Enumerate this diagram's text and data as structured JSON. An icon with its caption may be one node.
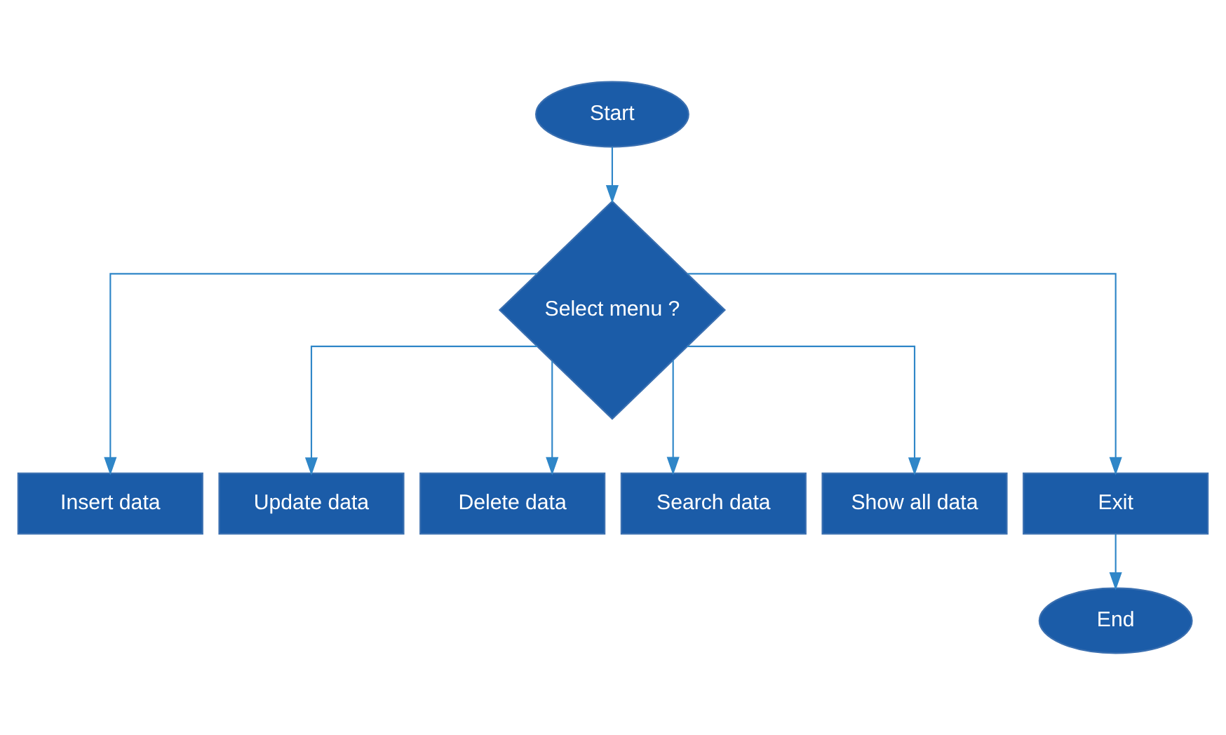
{
  "diagram": {
    "nodes": [
      {
        "text": [
          "Start"
        ]
      },
      {
        "text": [
          "Select menu ?"
        ]
      },
      {
        "text": [
          "Insert data"
        ]
      },
      {
        "text": [
          "Update data"
        ]
      },
      {
        "text": [
          "Delete data"
        ]
      },
      {
        "text": [
          "Search data"
        ]
      },
      {
        "text": [
          "Show all data"
        ]
      },
      {
        "text": [
          "Exit"
        ]
      },
      {
        "text": [
          "End"
        ]
      }
    ],
    "edges": [
      {
        "from": 0,
        "to": 1,
        "arrow": "to"
      },
      {
        "from": 1,
        "to": 2,
        "arrow": "to"
      },
      {
        "from": 1,
        "to": 3,
        "arrow": "to"
      },
      {
        "from": 1,
        "to": 4,
        "arrow": "to"
      },
      {
        "from": 1,
        "to": 5,
        "arrow": "to"
      },
      {
        "from": 1,
        "to": 6,
        "arrow": "to"
      },
      {
        "from": 1,
        "to": 7,
        "arrow": "to"
      },
      {
        "from": 7,
        "to": 8,
        "arrow": "to"
      }
    ]
  }
}
